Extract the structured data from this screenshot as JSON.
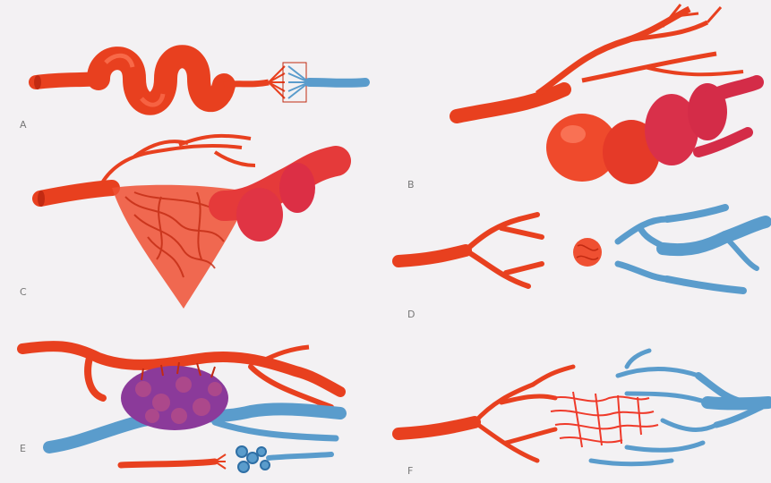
{
  "panels": [
    {
      "id": "A",
      "label": "A"
    },
    {
      "id": "B",
      "label": "B"
    },
    {
      "id": "C",
      "label": "C"
    },
    {
      "id": "D",
      "label": "D"
    },
    {
      "id": "E",
      "label": "E"
    },
    {
      "id": "F",
      "label": "F"
    }
  ],
  "colors": {
    "artery": "#e8401f",
    "artery_dark": "#c22a12",
    "vein": "#5a9ccc",
    "vein_dark": "#2f6fa5",
    "nidus_purple": "#7a2a88",
    "background": "#f3f1f3"
  }
}
